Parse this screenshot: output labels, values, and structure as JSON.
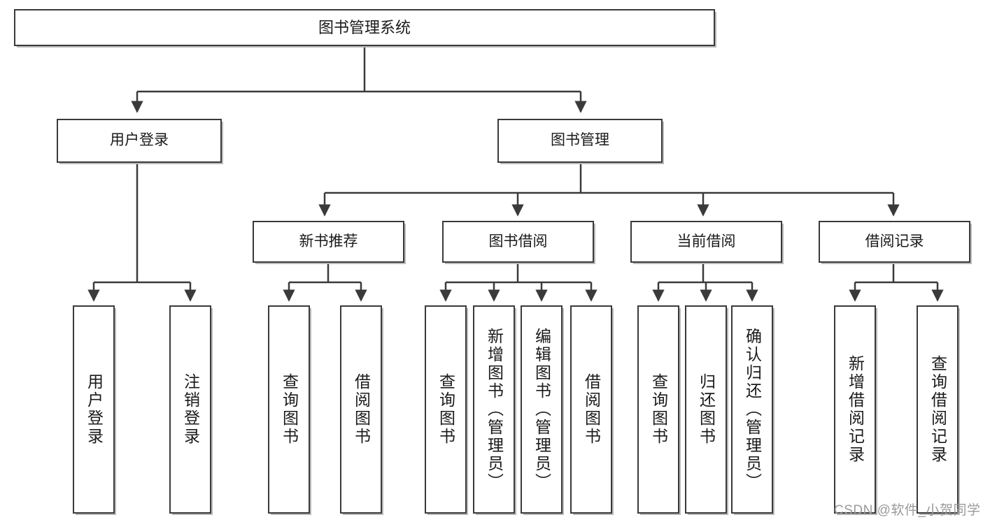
{
  "diagram": {
    "type": "tree-hierarchy-chart",
    "title": "图书管理系统",
    "watermark": "CSDN @软件_小贺同学",
    "colors": {
      "border": "#3a3a3a",
      "background": "#ffffff",
      "text": "#1a1a1a",
      "shadow": "#b9b9b9",
      "watermark": "#9a9a9a"
    },
    "levels": {
      "root": {
        "label": "图书管理系统"
      },
      "level2": [
        {
          "label": "用户登录"
        },
        {
          "label": "图书管理"
        }
      ],
      "level3": [
        {
          "label": "新书推荐"
        },
        {
          "label": "图书借阅"
        },
        {
          "label": "当前借阅"
        },
        {
          "label": "借阅记录"
        }
      ],
      "leaves": {
        "user_login": [
          {
            "label": "用户登录"
          },
          {
            "label": "注销登录"
          }
        ],
        "new_book_recommend": [
          {
            "label": "查询图书"
          },
          {
            "label": "借阅图书"
          }
        ],
        "book_borrow": [
          {
            "label": "查询图书"
          },
          {
            "label": "新增图书（管理员）"
          },
          {
            "label": "编辑图书（管理员）"
          },
          {
            "label": "借阅图书"
          }
        ],
        "current_borrow": [
          {
            "label": "查询图书"
          },
          {
            "label": "归还图书"
          },
          {
            "label": "确认归还（管理员）"
          }
        ],
        "borrow_record": [
          {
            "label": "新增借阅记录"
          },
          {
            "label": "查询借阅记录"
          }
        ]
      }
    }
  }
}
